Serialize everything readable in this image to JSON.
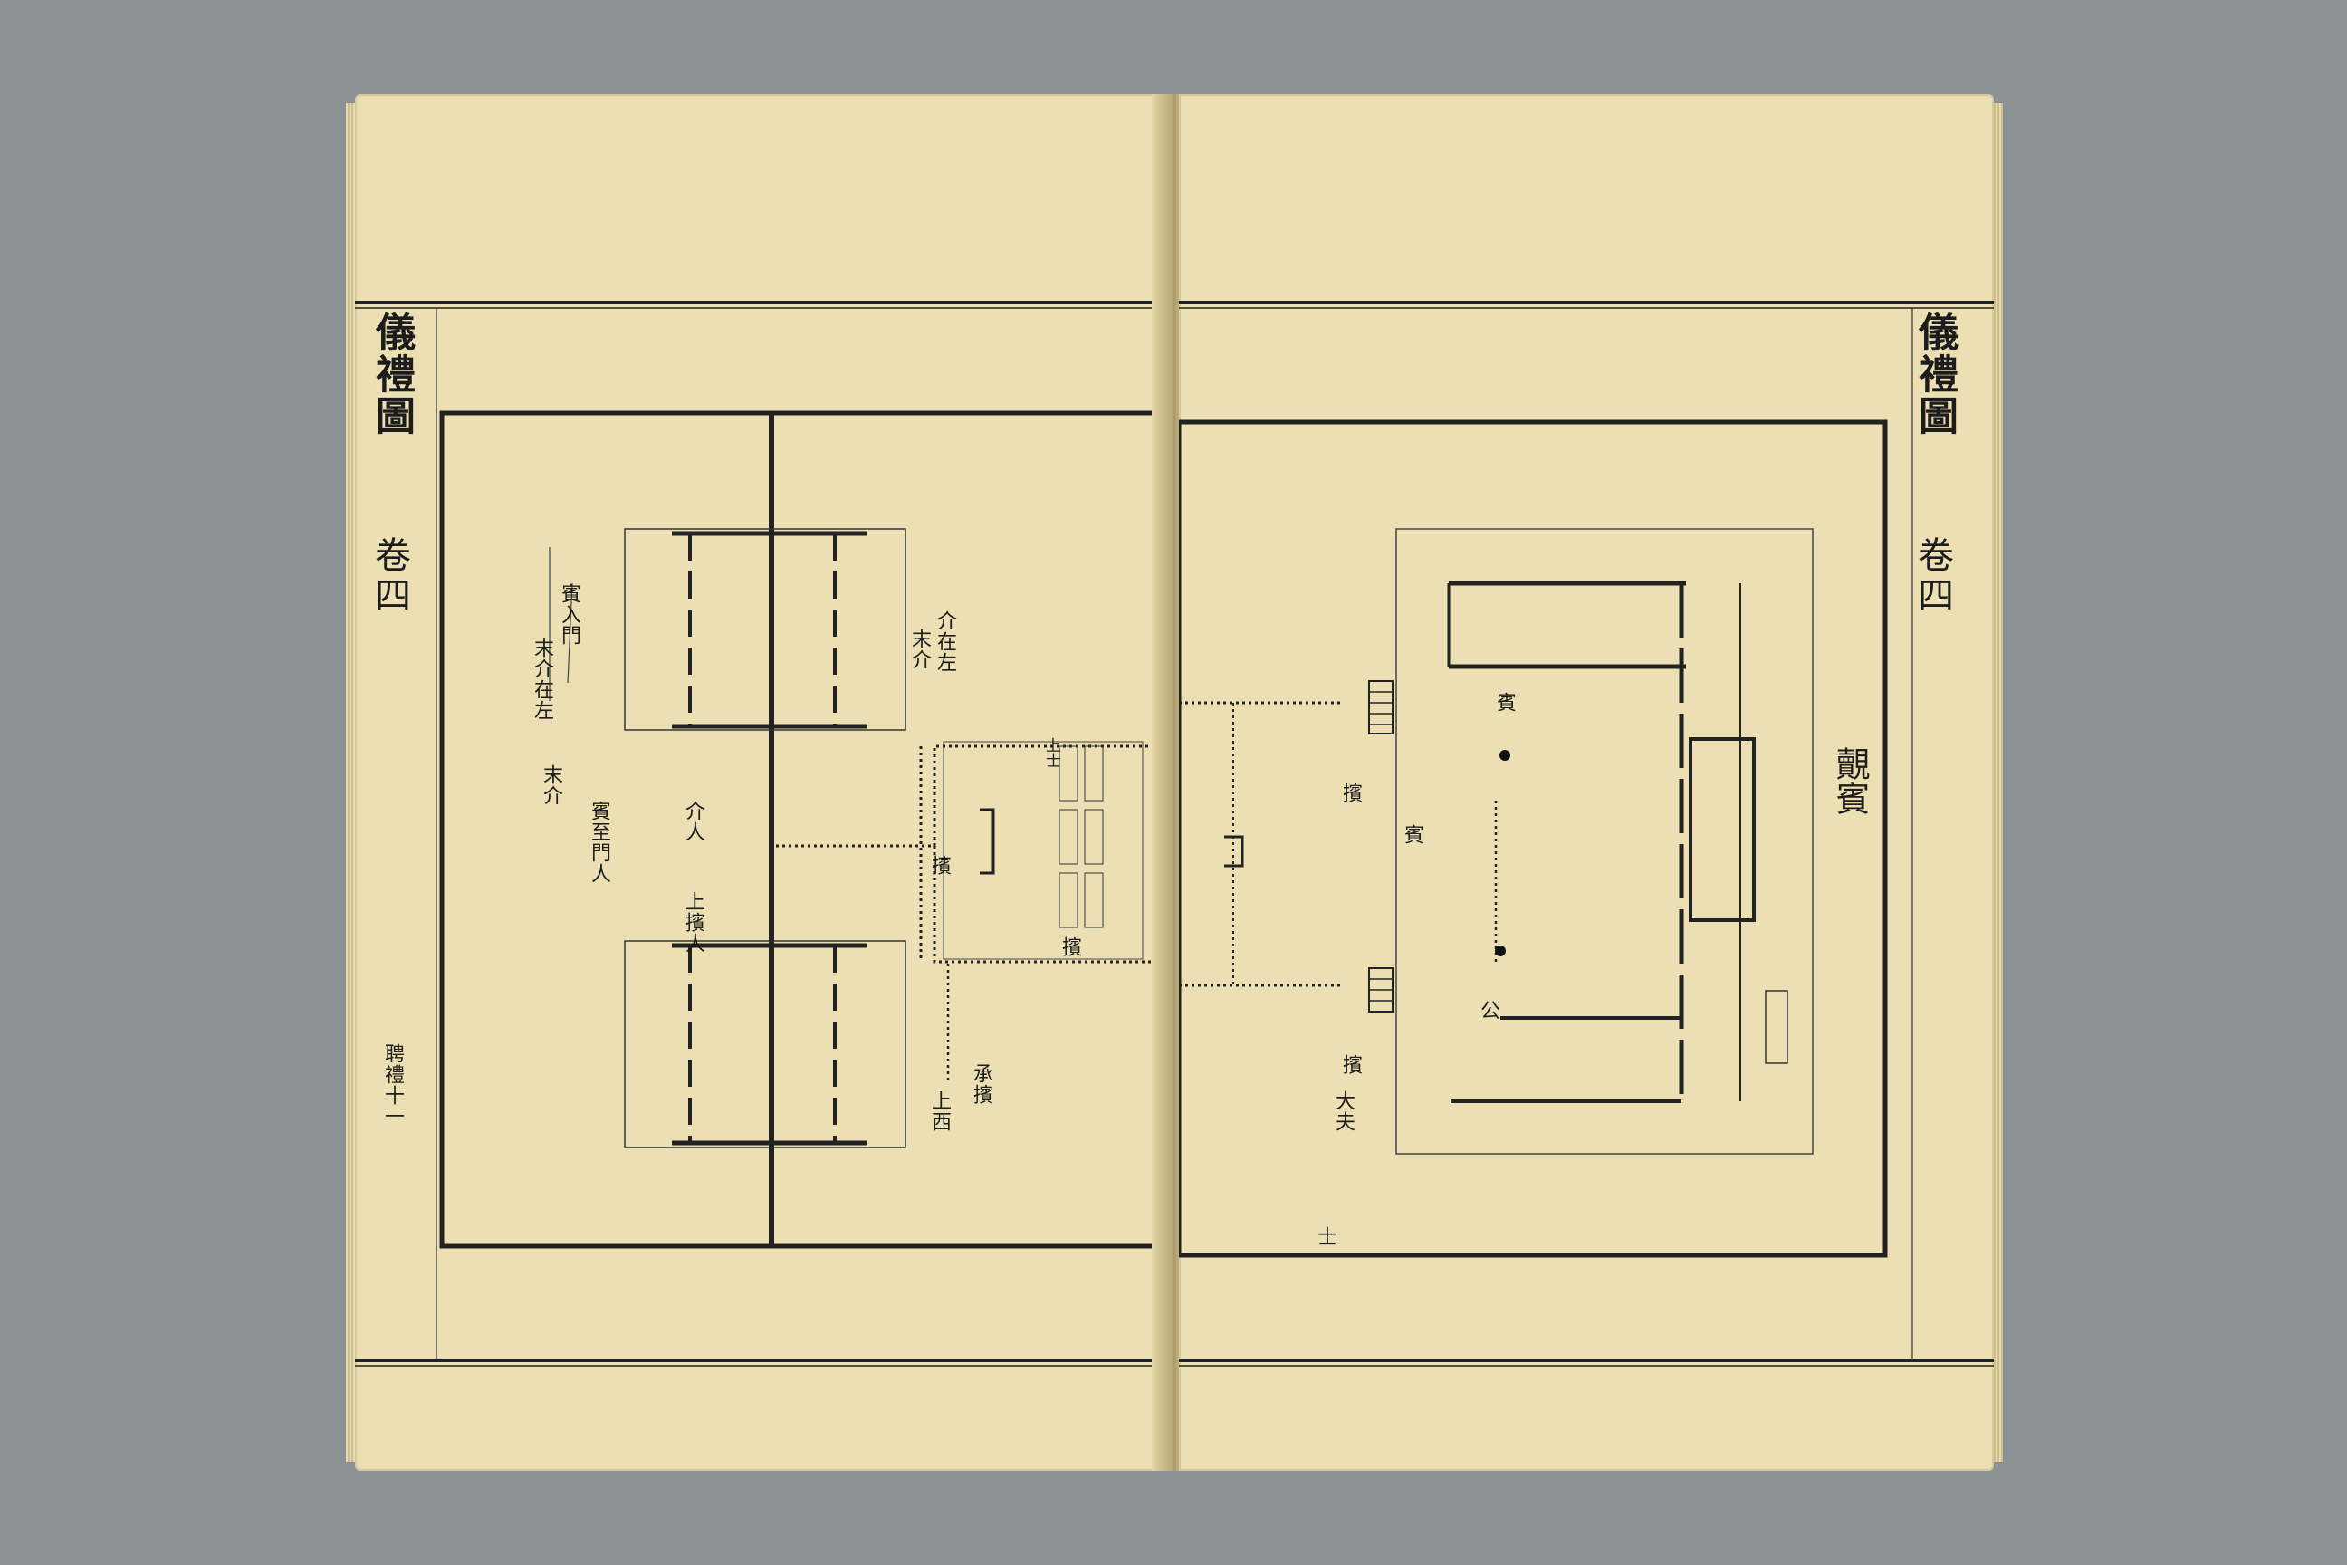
{
  "left_page": {
    "title": "儀禮圖",
    "volume": "卷四",
    "folio": "聘禮十一",
    "labels": {
      "a": "賓入門",
      "b": "末介在左",
      "c": "介在左",
      "d": "末介",
      "e": "末介",
      "f": "介人",
      "g": "賓至門人",
      "h": "上擯人",
      "i": "承擯",
      "j": "上西",
      "k": "擯",
      "l": "擯",
      "m": "上士"
    }
  },
  "right_page": {
    "title": "儀禮圖",
    "volume": "卷四",
    "heading": "覿賓",
    "labels": {
      "a": "賓",
      "b": "賓",
      "c": "公",
      "d": "大夫",
      "e": "擯",
      "f": "擯",
      "g": "士"
    }
  }
}
